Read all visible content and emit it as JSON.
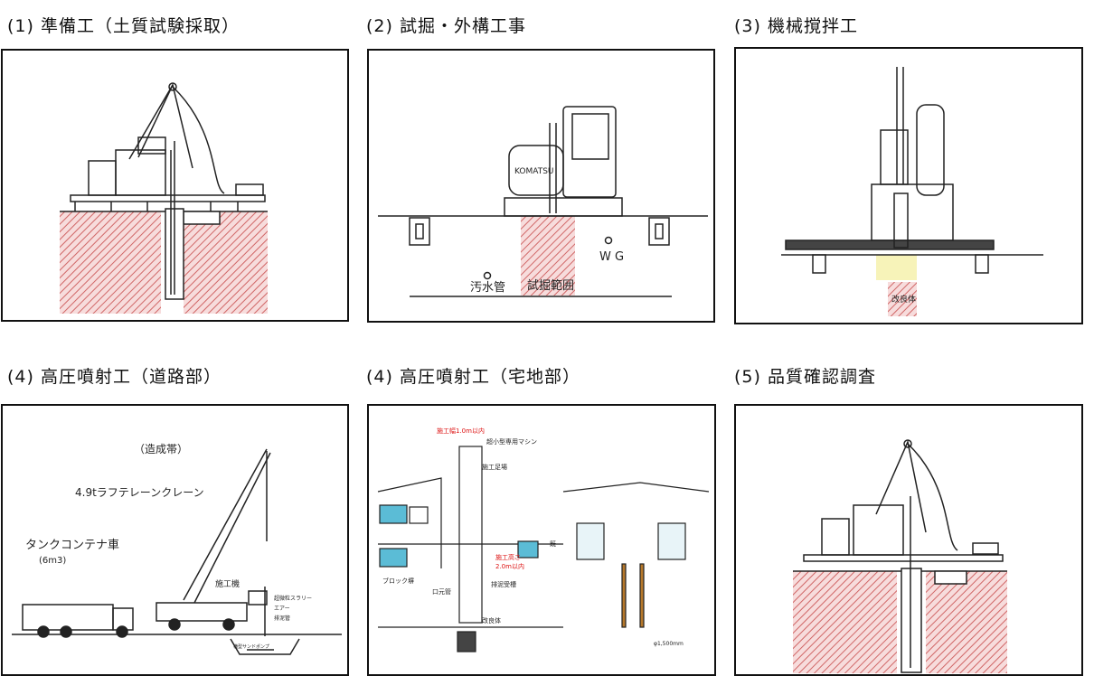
{
  "captions": {
    "p1": "(1) 準備工（土質試験採取）",
    "p2": "(2) 試掘・外構工事",
    "p3": "(3) 機械撹拌工",
    "p4": "(4) 高圧噴射工（道路部）",
    "p5": "(4) 高圧噴射工（宅地部）",
    "p6": "(5) 品質確認調査"
  },
  "panel2": {
    "sewer_label": "汚水管",
    "trial_label": "試掘範囲",
    "wg_label": "W G",
    "machine_brand": "KOMATSU"
  },
  "panel3": {
    "improved_label": "改良体"
  },
  "panel4": {
    "zone_label": "（造成帯）",
    "crane_label": "4.9tラフテレーンクレーン",
    "tank_label": "タンクコンテナ車",
    "tank_sub": "(6m3)",
    "machine_label": "施工機",
    "slurry_label": "超微粒スラリー",
    "air_label": "エアー",
    "drain_label": "排泥管",
    "pump_label": "横型サンドポンプ"
  },
  "panel5": {
    "width_label": "施工幅1.0m以内",
    "machine_label": "超小型専用マシン",
    "scaffold_label": "施工足場",
    "height_label": "施工高さ",
    "height_value": "2.0m以内",
    "block_label": "ブロック塀",
    "casing_label": "口元管",
    "tank_label": "排泥受槽",
    "improved_label": "改良体",
    "wall_label": "既",
    "dia_label": "φ1,500mm"
  },
  "colors": {
    "hatch": "#c8484a",
    "hatch_bg": "#f7dcdc",
    "line": "#222222",
    "accent_red": "#d11"
  }
}
